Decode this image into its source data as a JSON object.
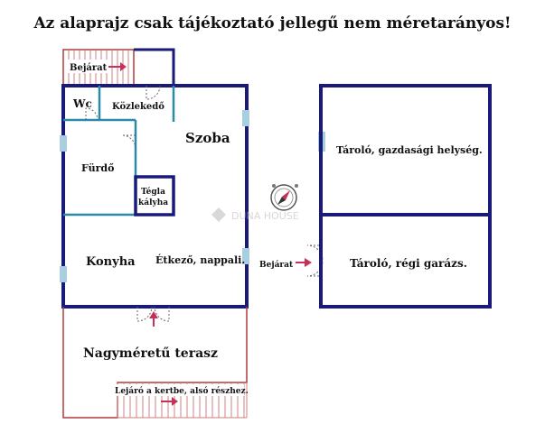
{
  "title": "Az alaprajz csak tájékoztató jellegű nem méretarányos!",
  "watermark": "DUNA HOUSE",
  "rooms": {
    "wc": "Wc",
    "kozlekedo": "Közlekedő",
    "szoba": "Szoba",
    "furdo": "Fürdő",
    "tegla_line1": "Tégla",
    "tegla_line2": "kályha",
    "konyha": "Konyha",
    "etkezo": "Étkező, nappali.",
    "terasz": "Nagyméretű terasz",
    "kert": "Lejáró a kertbe, alsó részhez.",
    "tarolo1": "Tároló, gazdasági helység.",
    "tarolo2": "Tároló, régi garázs."
  },
  "labels": {
    "bejarat_main": "Bejárat",
    "bejarat_side": "Bejárat"
  },
  "colors": {
    "wall": "#1a1a7a",
    "inner_wall": "#2a8aa8",
    "window": "#a8cfe0",
    "terrace": "#b03a3a",
    "arrow": "#c8305a",
    "watermark": "#b8b8b8"
  },
  "compass_icon": "compass-icon"
}
